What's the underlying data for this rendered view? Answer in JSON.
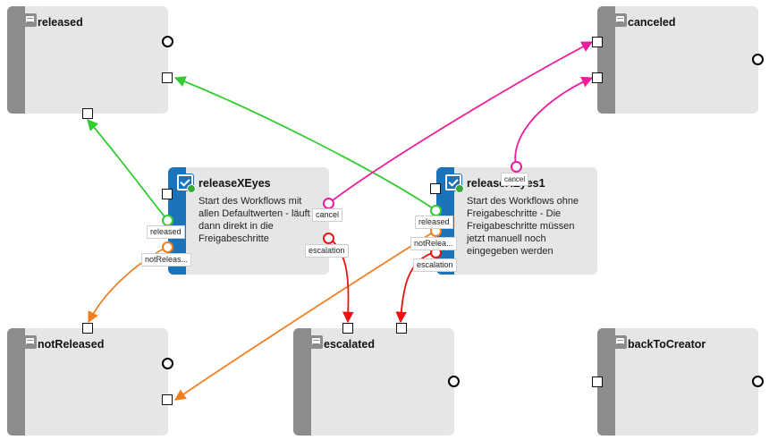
{
  "states": {
    "released": {
      "title": "released",
      "icon": "state-icon"
    },
    "canceled": {
      "title": "canceled",
      "icon": "state-icon"
    },
    "notReleased": {
      "title": "notReleased",
      "icon": "state-icon"
    },
    "escalated": {
      "title": "escalated",
      "icon": "state-icon"
    },
    "backToCreator": {
      "title": "backToCreator",
      "icon": "state-icon"
    }
  },
  "tasks": {
    "releaseXEyes": {
      "title": "releaseXEyes",
      "description": "Start des Workflows mit allen Defaultwerten - läuft dann direkt in die Freigabeschritte",
      "icon": "task-check-icon"
    },
    "release1": {
      "title": "releaseXEyes1",
      "description": "Start des Workflows ohne Freigabeschritte - Die Freigabeschritte müssen jetzt manuell noch eingegeben werden",
      "icon": "task-check-icon"
    }
  },
  "port_labels": {
    "t1_released": "released",
    "t1_notreleased": "notReleas...",
    "t1_cancel": "cancel",
    "t1_escalation": "escalation",
    "t2_released": "released",
    "t2_notreleased": "notRelea...",
    "t2_escalation": "escalation",
    "t2_cancel": "cancel"
  },
  "colors": {
    "released": "#33cc33",
    "notReleased": "#f07f22",
    "cancel": "#ee1c9a",
    "escalation": "#ee1111",
    "task_bar": "#1b73b9",
    "state_bar": "#8c8c8c",
    "node_bg": "#e6e6e6"
  }
}
